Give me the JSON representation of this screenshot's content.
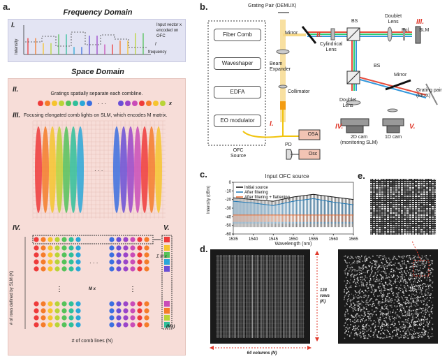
{
  "panel_a": {
    "label": "a.",
    "freq_title": "Frequency Domain",
    "freq_roman": "I.",
    "freq_ylabel": "Intensity",
    "freq_xlabel": "frequency",
    "freq_note_l1": "Input vector x",
    "freq_note_l2": "encoded on",
    "freq_note_l3": "OFC",
    "frep": "f",
    "space_title": "Space Domain",
    "roman_ii": "II.",
    "ii_text": "Gratings spatially separate each combline.",
    "ii_var": "x",
    "roman_iii": "III.",
    "iii_text": "Focusing elongated comb lights on SLM, which encodes M",
    "iii_text_tail": " matrix.",
    "roman_iv": "IV.",
    "roman_v": "V.",
    "sum_label": "Σ M x",
    "mx_label": "M x",
    "mx_out": "(Mx)",
    "rows_label": "# of rows defined by SLM (K)",
    "cols_label": "# of comb lines (N)",
    "dots": "· · ·",
    "vdots": "⋮"
  },
  "panel_b": {
    "label": "b.",
    "boxes": [
      "Fiber Comb",
      "Waveshaper",
      "EDFA",
      "EO modulator"
    ],
    "ofc_source": "OFC\nSource",
    "ofc_l1": "OFC",
    "ofc_l2": "Source",
    "osa": "OSA",
    "osc": "Osc",
    "pd": "PD",
    "grating_demux": "Grating Pair (DEMUX)",
    "mirror1": "Mirror",
    "beam_expander_l1": "Beam",
    "beam_expander_l2": "Expander",
    "collimator": "Collimator",
    "cyl_l1": "Cylindrical",
    "cyl_l2": "Lens",
    "bs1": "BS",
    "bs2": "BS",
    "doublet1_l1": "Doublet",
    "doublet1_l2": "Lens",
    "doublet2_l1": "Doublet",
    "doublet2_l2": "Lens",
    "pol": "Pol.",
    "slm": "SLM",
    "mirror2": "Mirror",
    "grating_mux_l1": "Grating pair",
    "grating_mux_l2": "(MUX)",
    "cam2d_l1": "2D cam",
    "cam2d_l2": "(monitoring SLM)",
    "cam1d": "1D cam",
    "r1": "I.",
    "r2": "II.",
    "r3": "III.",
    "r4": "IV.",
    "r5": "V."
  },
  "panel_c": {
    "label": "c.",
    "chart_data": {
      "type": "line",
      "title": "Input OFC source",
      "xlabel": "Wavelength (nm)",
      "ylabel": "Intensity (dBm)",
      "xlim": [
        1535,
        1565
      ],
      "ylim": [
        -60,
        0
      ],
      "xticks": [
        1535,
        1540,
        1545,
        1550,
        1555,
        1560,
        1565
      ],
      "yticks": [
        0,
        -10,
        -20,
        -30,
        -40,
        -50,
        -60
      ],
      "legend_position": "top-left",
      "series": [
        {
          "name": "Initial source",
          "color": "#111111",
          "x": [
            1535,
            1540,
            1545,
            1550,
            1555,
            1560,
            1565
          ],
          "y": [
            -18,
            -20,
            -22,
            -17,
            -14,
            -17,
            -20
          ]
        },
        {
          "name": "After filtering",
          "color": "#1f77b4",
          "x": [
            1535,
            1540,
            1545,
            1550,
            1555,
            1560,
            1565
          ],
          "y": [
            -22,
            -24,
            -27,
            -22,
            -19,
            -23,
            -26
          ]
        },
        {
          "name": "After filtering + flattening",
          "color": "#e8692d",
          "x": [
            1535,
            1540,
            1545,
            1550,
            1555,
            1560,
            1565
          ],
          "y": [
            -38,
            -38,
            -38,
            -38,
            -38,
            -38,
            -38
          ]
        }
      ]
    }
  },
  "panel_d": {
    "label": "d.",
    "rows_l1": "128",
    "rows_l2": "rows",
    "rows_l3": "(K)",
    "cols": "64 columns (N)"
  },
  "panel_e": {
    "label": "e."
  },
  "colors": {
    "rainbow": [
      "#ee3b3b",
      "#f57c2a",
      "#f6c42e",
      "#b9d437",
      "#55c25a",
      "#2fbf9a",
      "#2aa7d8",
      "#3b6fe0",
      "#6a4fd6",
      "#9a45c9",
      "#c94cb8"
    ]
  }
}
